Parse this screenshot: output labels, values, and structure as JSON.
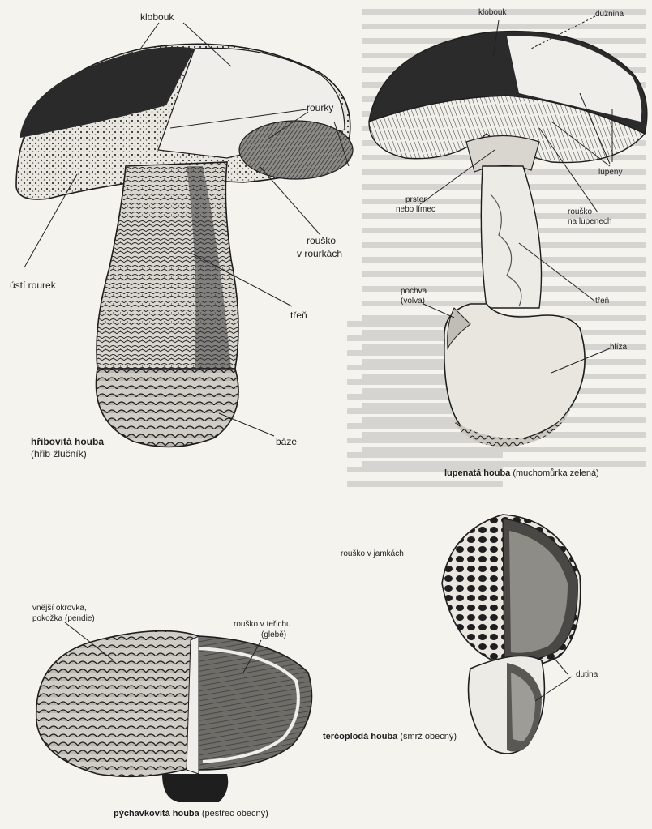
{
  "boletus": {
    "labels": {
      "klobouk": "klobouk",
      "rourky": "rourky",
      "rousko": "rouško",
      "rousko2": "v rourkách",
      "usti": "ústí rourek",
      "tren": "třeň",
      "baze": "báze"
    },
    "caption_title": "hřibovitá houba",
    "caption_sub": "(hřib žlučník)"
  },
  "agaric": {
    "labels": {
      "klobouk": "klobouk",
      "duznina": "dužnina",
      "lupeny": "lupeny",
      "prsten1": "prsten",
      "prsten2": "nebo límec",
      "rousko1": "rouško",
      "rousko2": "na lupenech",
      "pochva1": "pochva",
      "pochva2": "(volva)",
      "tren": "třeň",
      "hliza": "hlíza"
    },
    "caption_title": "lupenatá houba",
    "caption_sub": "(muchomůrka zelená)"
  },
  "puffball": {
    "labels": {
      "vnejsi1": "vnější okrovka,",
      "vnejsi2": "pokožka (pendie)",
      "rousko1": "rouško v teřichu",
      "rousko2": "(glebě)"
    },
    "caption_title": "pýchavkovitá houba",
    "caption_sub": "(pestřec obecný)"
  },
  "morel": {
    "labels": {
      "rousko": "rouško v jamkách",
      "dutina": "dutina"
    },
    "caption_title": "terčoplodá houba",
    "caption_sub": "(smrž obecný)"
  }
}
